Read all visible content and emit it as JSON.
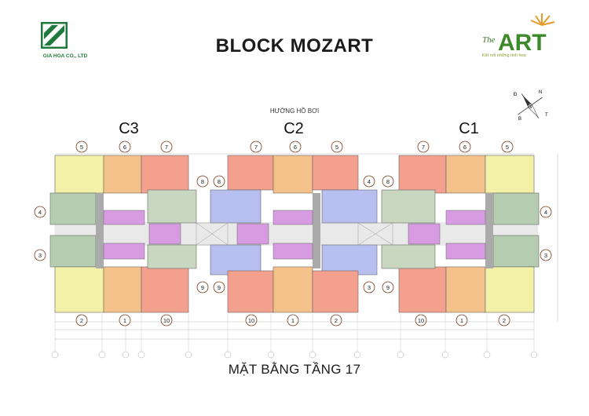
{
  "header": {
    "company_name": "GIA HOA CO., LTD",
    "title": "BLOCK MOZART",
    "brand_the": "The",
    "brand_art": "ART",
    "brand_slogan": "Kết nối những tinh hoa"
  },
  "plan": {
    "pool_label": "HƯỚNG HỒ BƠI",
    "floor_title": "MẶT BẰNG TẦNG 17",
    "compass": {
      "n": "N",
      "d": "Đ",
      "b": "B",
      "t": "T"
    },
    "blocks": [
      {
        "name": "C3",
        "top_units": [
          "5",
          "6",
          "7"
        ],
        "side_outer": [
          "4",
          "3"
        ],
        "side_inner": [
          "8",
          "9"
        ],
        "bottom_units": [
          "2",
          "1",
          "10"
        ]
      },
      {
        "name": "C2",
        "top_units": [
          "7",
          "6",
          "5"
        ],
        "side_inner": [
          "8",
          "9",
          "4",
          "3"
        ],
        "bottom_units": [
          "10",
          "1",
          "2"
        ]
      },
      {
        "name": "C1",
        "top_units": [
          "7",
          "6",
          "5"
        ],
        "side_outer": [
          "4",
          "3"
        ],
        "side_inner": [
          "8",
          "9"
        ],
        "bottom_units": [
          "10",
          "1",
          "2"
        ]
      }
    ]
  },
  "colors": {
    "unit_yellow": "#f3f0a8",
    "unit_green": "#b5ccb0",
    "unit_orange": "#f4c18b",
    "unit_salmon": "#f3a08e",
    "unit_blue": "#b7bff0",
    "core_purple": "#d69be0",
    "corridor_gray": "#c9c9c9",
    "brand_green": "#1e7a3a"
  }
}
